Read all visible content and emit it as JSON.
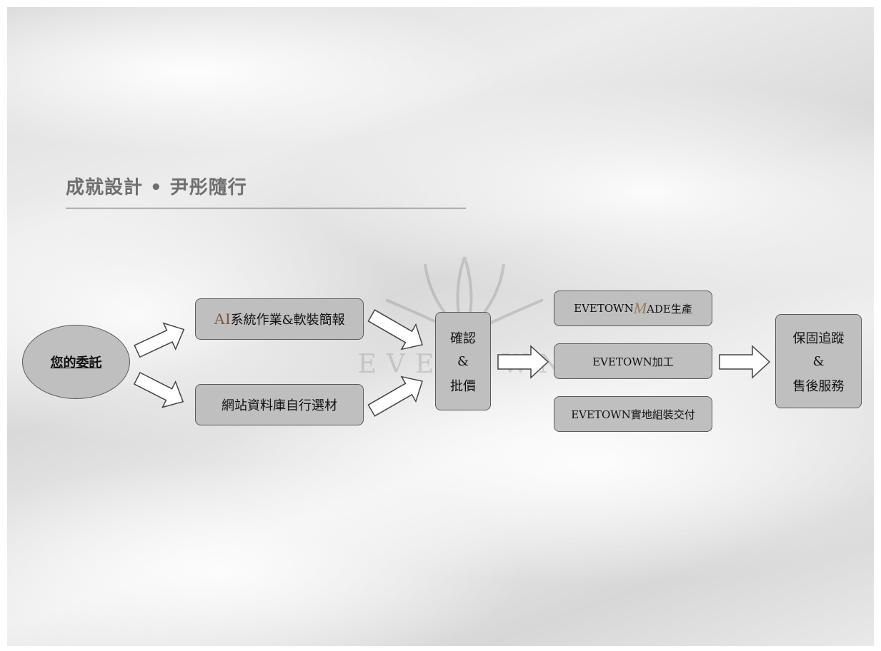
{
  "title": "成就設計 • 尹彤隨行",
  "watermark": "EVETOWN",
  "nodes": {
    "commission": "您的委託",
    "ai_prefix": "AI",
    "ai_rest": "系統作業&軟裝簡報",
    "website": "網站資料庫自行選材",
    "confirm": [
      "確認",
      "&",
      "批價"
    ],
    "made_prefix": "EVETOWN",
    "made_m": "M",
    "made_rest": "ADE生產",
    "processing": "EVETOWN加工",
    "onsite": "EVETOWN實地組裝交付",
    "warranty": [
      "保固追蹤",
      "&",
      "售後服務"
    ]
  },
  "colors": {
    "box_fill": "#bfbfbf",
    "box_border": "#5a5a5a",
    "title": "#6f6f6f",
    "accent_brown": "#7a5a3c"
  }
}
